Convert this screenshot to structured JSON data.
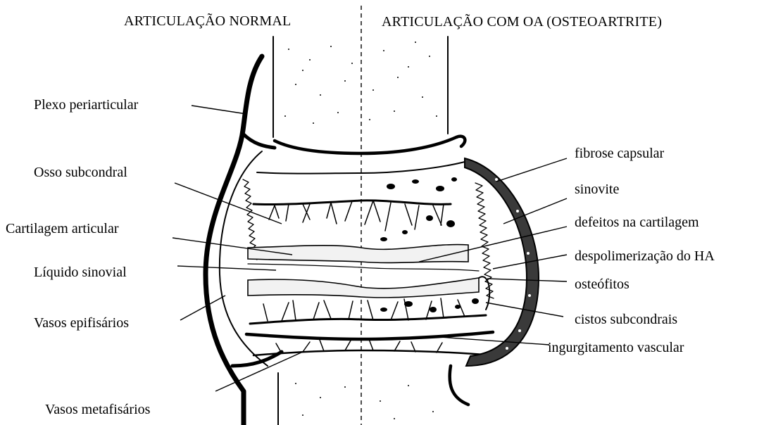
{
  "headers": {
    "left": "ARTICULAÇÃO NORMAL",
    "right": "ARTICULAÇÃO COM OA (OSTEOARTRITE)"
  },
  "labels_left": {
    "plexo": "Plexo periarticular",
    "osso": "Osso subcondral",
    "cartilagem": "Cartilagem articular",
    "liquido": "Líquido sinovial",
    "epifisarios": "Vasos epifisários",
    "metafisarios": "Vasos metafisários"
  },
  "labels_right": {
    "fibrose": "fibrose capsular",
    "sinovite": "sinovite",
    "defeitos": "defeitos na cartilagem",
    "despolimerizacao": "despolimerização do HA",
    "osteofitos": "osteófitos",
    "cistos": "cistos subcondrais",
    "ingurgitamento": "ingurgitamento vascular"
  }
}
